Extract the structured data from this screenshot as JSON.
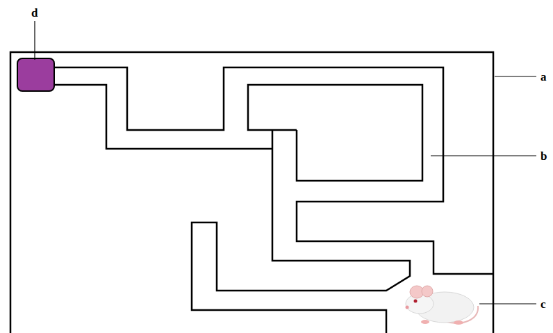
{
  "diagram": {
    "labels": [
      "d",
      "a",
      "b",
      "c"
    ]
  }
}
